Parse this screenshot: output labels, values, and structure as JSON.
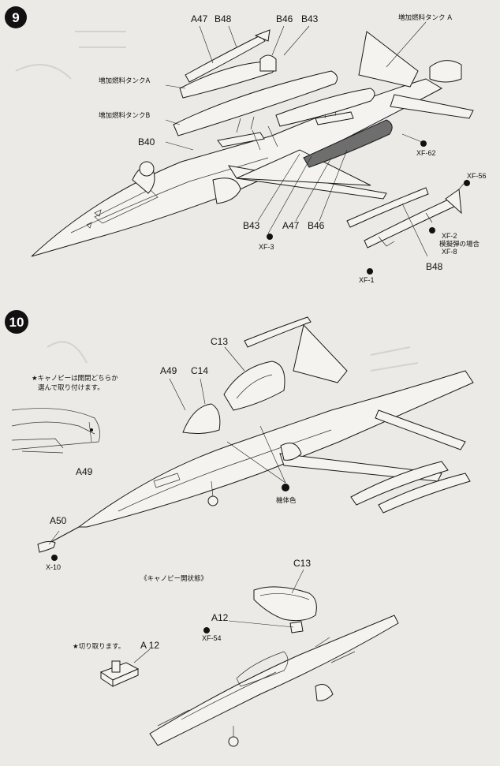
{
  "steps": [
    {
      "number": "9",
      "labels": {
        "a47_top": "A47",
        "b48_top": "B48",
        "b46_top": "B46",
        "b43_top": "B43",
        "tank_a_right": "増加燃料タンク A",
        "tank_a_left": "増加燃料タンクA",
        "tank_b_left": "増加燃料タンクB",
        "b40": "B40",
        "b43_bottom": "B43",
        "a47_bottom": "A47",
        "b46_bottom": "B46",
        "xf3": "XF-3",
        "xf62": "XF-62",
        "xf56": "XF-56",
        "xf2": "XF-2",
        "note_mock_line1": "模擬弾の場合",
        "xf8": "XF-8",
        "b48_bottom": "B48",
        "xf1": "XF-1"
      }
    },
    {
      "number": "10",
      "labels": {
        "c13": "C13",
        "a49": "A49",
        "c14": "C14",
        "note_line1": "★キャノピーは開閉どちらか",
        "note_line2": "選んで取り付けます。",
        "a49_inset": "A49",
        "body_color": "機体色",
        "a50": "A50",
        "x10": "X-10",
        "canopy_open": "《キャノピー開状態》",
        "c13_open": "C13",
        "a12": "A12",
        "xf54": "XF-54",
        "cut_note": "★切り取ります。",
        "a12_part": "A 12"
      }
    }
  ],
  "colors": {
    "background": "#eceae6",
    "ink": "#111111",
    "shaded_part": "#6e6e6e"
  },
  "icons": [
    "paint-pot-icon",
    "step-badge-icon"
  ]
}
